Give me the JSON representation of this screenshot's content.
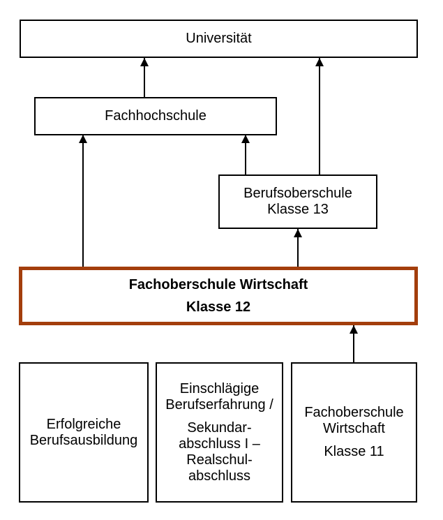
{
  "colors": {
    "background": "#ffffff",
    "box_border": "#000000",
    "highlight_border": "#A33E0C",
    "text": "#000000"
  },
  "nodes": {
    "universitaet": {
      "l1": "Universität"
    },
    "fachhochschule": {
      "l1": "Fachhochschule"
    },
    "berufsoberschule_13": {
      "l1": "Berufsoberschule",
      "l2": "Klasse 13"
    },
    "fachoberschule_12": {
      "l1": "Fachoberschule Wirtschaft",
      "l2": "Klasse 12"
    },
    "berufsausbildung": {
      "l1": "Erfolgreiche",
      "l2": "Berufsausbildung"
    },
    "berufserfahrung": {
      "l1": "Einschlägige",
      "l2": "Berufserfahrung /",
      "l3": "Sekundar-",
      "l4": "abschluss I –",
      "l5": "Realschul-",
      "l6": "abschluss"
    },
    "fachoberschule_11": {
      "l1": "Fachoberschule",
      "l2": "Wirtschaft",
      "l3": "Klasse 11"
    }
  },
  "connections": [
    {
      "from": "Fachhochschule",
      "to": "Universität"
    },
    {
      "from": "Berufsoberschule Klasse 13",
      "to": "Universität"
    },
    {
      "from": "Fachoberschule Wirtschaft Klasse 12",
      "to": "Fachhochschule"
    },
    {
      "from": "Berufsoberschule Klasse 13",
      "to": "Fachhochschule"
    },
    {
      "from": "Fachoberschule Wirtschaft Klasse 12",
      "to": "Berufsoberschule Klasse 13"
    },
    {
      "from": "Fachoberschule Wirtschaft Klasse 11",
      "to": "Fachoberschule Wirtschaft Klasse 12"
    }
  ]
}
